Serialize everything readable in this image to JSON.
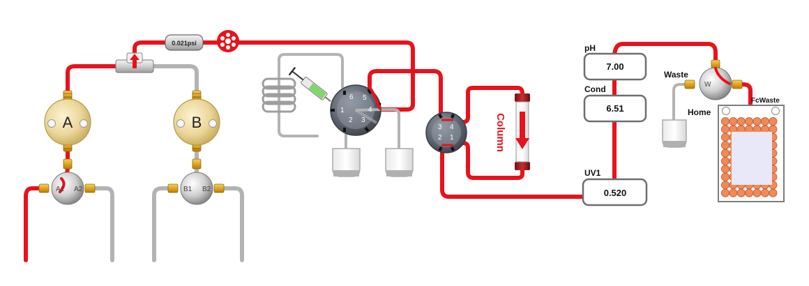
{
  "pumps": {
    "a": {
      "label": "A"
    },
    "b": {
      "label": "B"
    }
  },
  "inlet_valves": {
    "a": {
      "port1": "A1",
      "port2": "A2"
    },
    "b": {
      "port1": "B1",
      "port2": "B2"
    }
  },
  "pressure": {
    "value": "0.021psi"
  },
  "inject_valve": {
    "ports": [
      "6",
      "5",
      "1",
      "4",
      "2",
      "3"
    ]
  },
  "column_valve": {
    "ports": [
      "3",
      "4",
      "2",
      "1"
    ]
  },
  "column": {
    "label": "Column"
  },
  "monitors": {
    "ph": {
      "label": "pH",
      "value": "7.00"
    },
    "cond": {
      "label": "Cond",
      "value": "6.51"
    },
    "uv": {
      "label": "UV1",
      "value": "0.520"
    }
  },
  "outlet_valve": {
    "label": "Waste",
    "port": "W"
  },
  "fraction_collector": {
    "waste_label": "FcWaste",
    "home_label": "Home"
  },
  "colors": {
    "flow": "#e8121b",
    "idle": "#b3b3b3",
    "fraction_tube": "#f08a5a"
  }
}
